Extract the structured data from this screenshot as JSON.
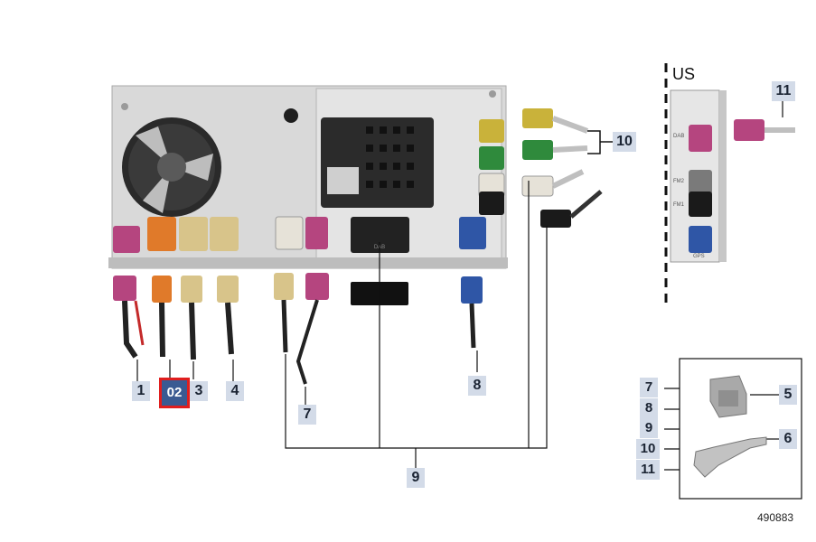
{
  "caption_text": "",
  "region_label": "US",
  "part_number": "490883",
  "selected_callout": "02",
  "callouts": {
    "c1": "1",
    "c3": "3",
    "c4": "4",
    "c5": "5",
    "c6": "6",
    "c7_left": "7",
    "c7_legend": "7",
    "c8_bottom": "8",
    "c8_legend": "8",
    "c9_bottom": "9",
    "c9_legend": "9",
    "c10_top": "10",
    "c10_legend": "10",
    "c11_top": "11",
    "c11_legend": "11"
  },
  "unit_labels": {
    "dab": "DAB",
    "dabs": "DAB",
    "fm2": "FM2",
    "fm1": "FM1",
    "gps": "GPS"
  },
  "colors": {
    "violet": "#b5457f",
    "orange": "#e07a2a",
    "beige": "#d8c48a",
    "curry": "#c9b23a",
    "green": "#2f8a3c",
    "white": "#e6e2d8",
    "black": "#1a1a1a",
    "blue": "#2f56a6",
    "callout_bg": "#d3dbe8",
    "selected_bg": "#3a5a92",
    "selected_border": "#e01e1e"
  }
}
